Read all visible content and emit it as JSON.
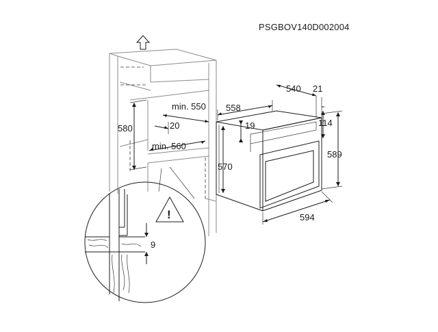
{
  "product_code": "PSGBOV140D002004",
  "cabinet": {
    "min_width": "min. 550",
    "height": "580",
    "gap": "20",
    "min_depth": "min. 560"
  },
  "oven": {
    "depth_total": "558",
    "depth_body": "540",
    "front_panel": "21",
    "top_offset": "19",
    "panel_height": "114",
    "body_height": "570",
    "total_height": "589",
    "width": "594"
  },
  "detail": {
    "clearance": "9",
    "warning_symbol": "!"
  },
  "colors": {
    "line": "#1a1a1a",
    "cabinet_gray": "#8a8a8a",
    "background": "#ffffff"
  }
}
